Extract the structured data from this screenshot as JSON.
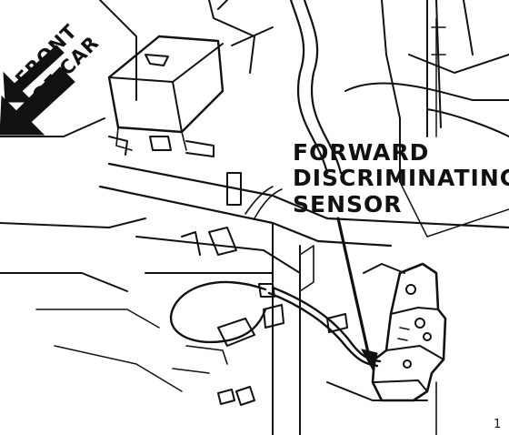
{
  "direction_label": {
    "line1": "FRONT",
    "line2": "OF CAR"
  },
  "callout": {
    "line1": "FORWARD",
    "line2": "DISCRIMINATING",
    "line3": "SENSOR"
  },
  "figure_number": "1",
  "colors": {
    "ink": "#111111",
    "paper": "#ffffff"
  },
  "icons": {
    "direction_arrow": "thick-arrow-down-left",
    "leader_arrow": "leader-arrow-down"
  }
}
